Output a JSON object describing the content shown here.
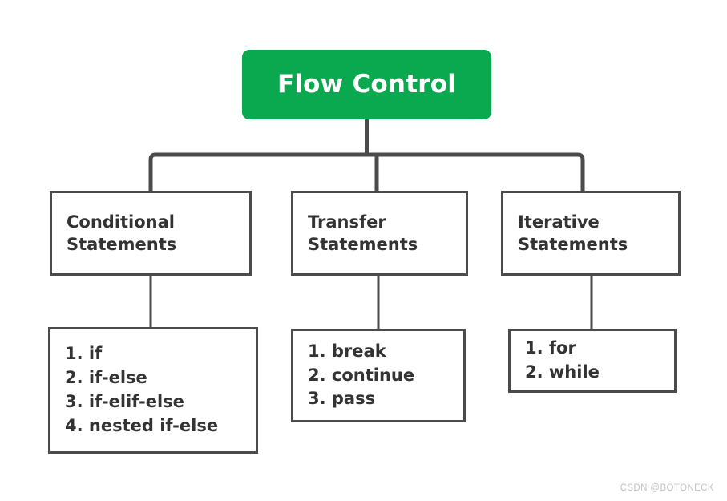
{
  "diagram": {
    "title": "Flow Control",
    "accent_color": "#0AA84F",
    "line_color": "#4b4b4b",
    "text_color": "#333333",
    "background_color": "#ffffff",
    "root": {
      "label": "Flow Control"
    },
    "branches": [
      {
        "id": "conditional",
        "title": "Conditional\nStatements",
        "items": [
          "1. if",
          "2. if-else",
          "3. if-elif-else",
          "4. nested if-else"
        ]
      },
      {
        "id": "transfer",
        "title": "Transfer\nStatements",
        "items": [
          "1. break",
          "2. continue",
          "3. pass"
        ]
      },
      {
        "id": "iterative",
        "title": "Iterative\nStatements",
        "items": [
          "1. for",
          "2. while"
        ]
      }
    ]
  },
  "watermark": {
    "text": "CSDN @BOTONECK"
  }
}
